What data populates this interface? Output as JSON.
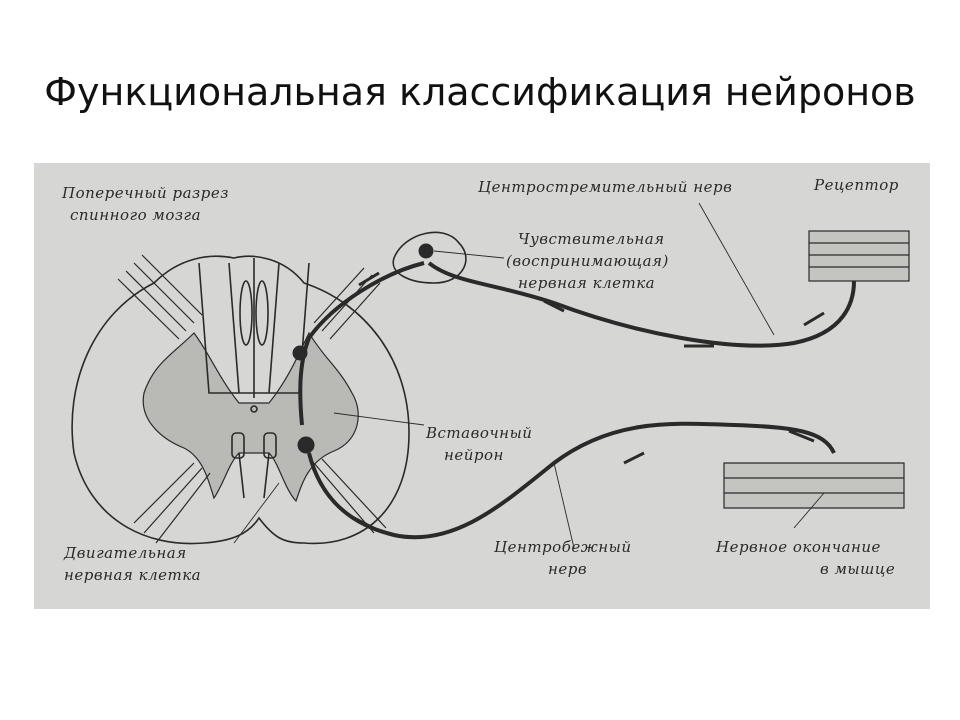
{
  "title": "Функциональная классификация нейронов",
  "labels": {
    "cross_section_1": "Поперечный разрез",
    "cross_section_2": "спинного мозга",
    "afferent_nerve": "Центростремительный нерв",
    "receptor": "Рецептор",
    "sensory_1": "Чувствительная",
    "sensory_2": "(воспринимающая)",
    "sensory_3": "нервная клетка",
    "interneuron_1": "Вставочный",
    "interneuron_2": "нейрон",
    "motor_1": "Двигательная",
    "motor_2": "нервная клетка",
    "efferent_1": "Центробежный",
    "efferent_2": "нерв",
    "ending_1": "Нервное окончание",
    "ending_2": "в мышце"
  },
  "colors": {
    "background": "#d6d6d4",
    "ink": "#2a2a2a"
  }
}
